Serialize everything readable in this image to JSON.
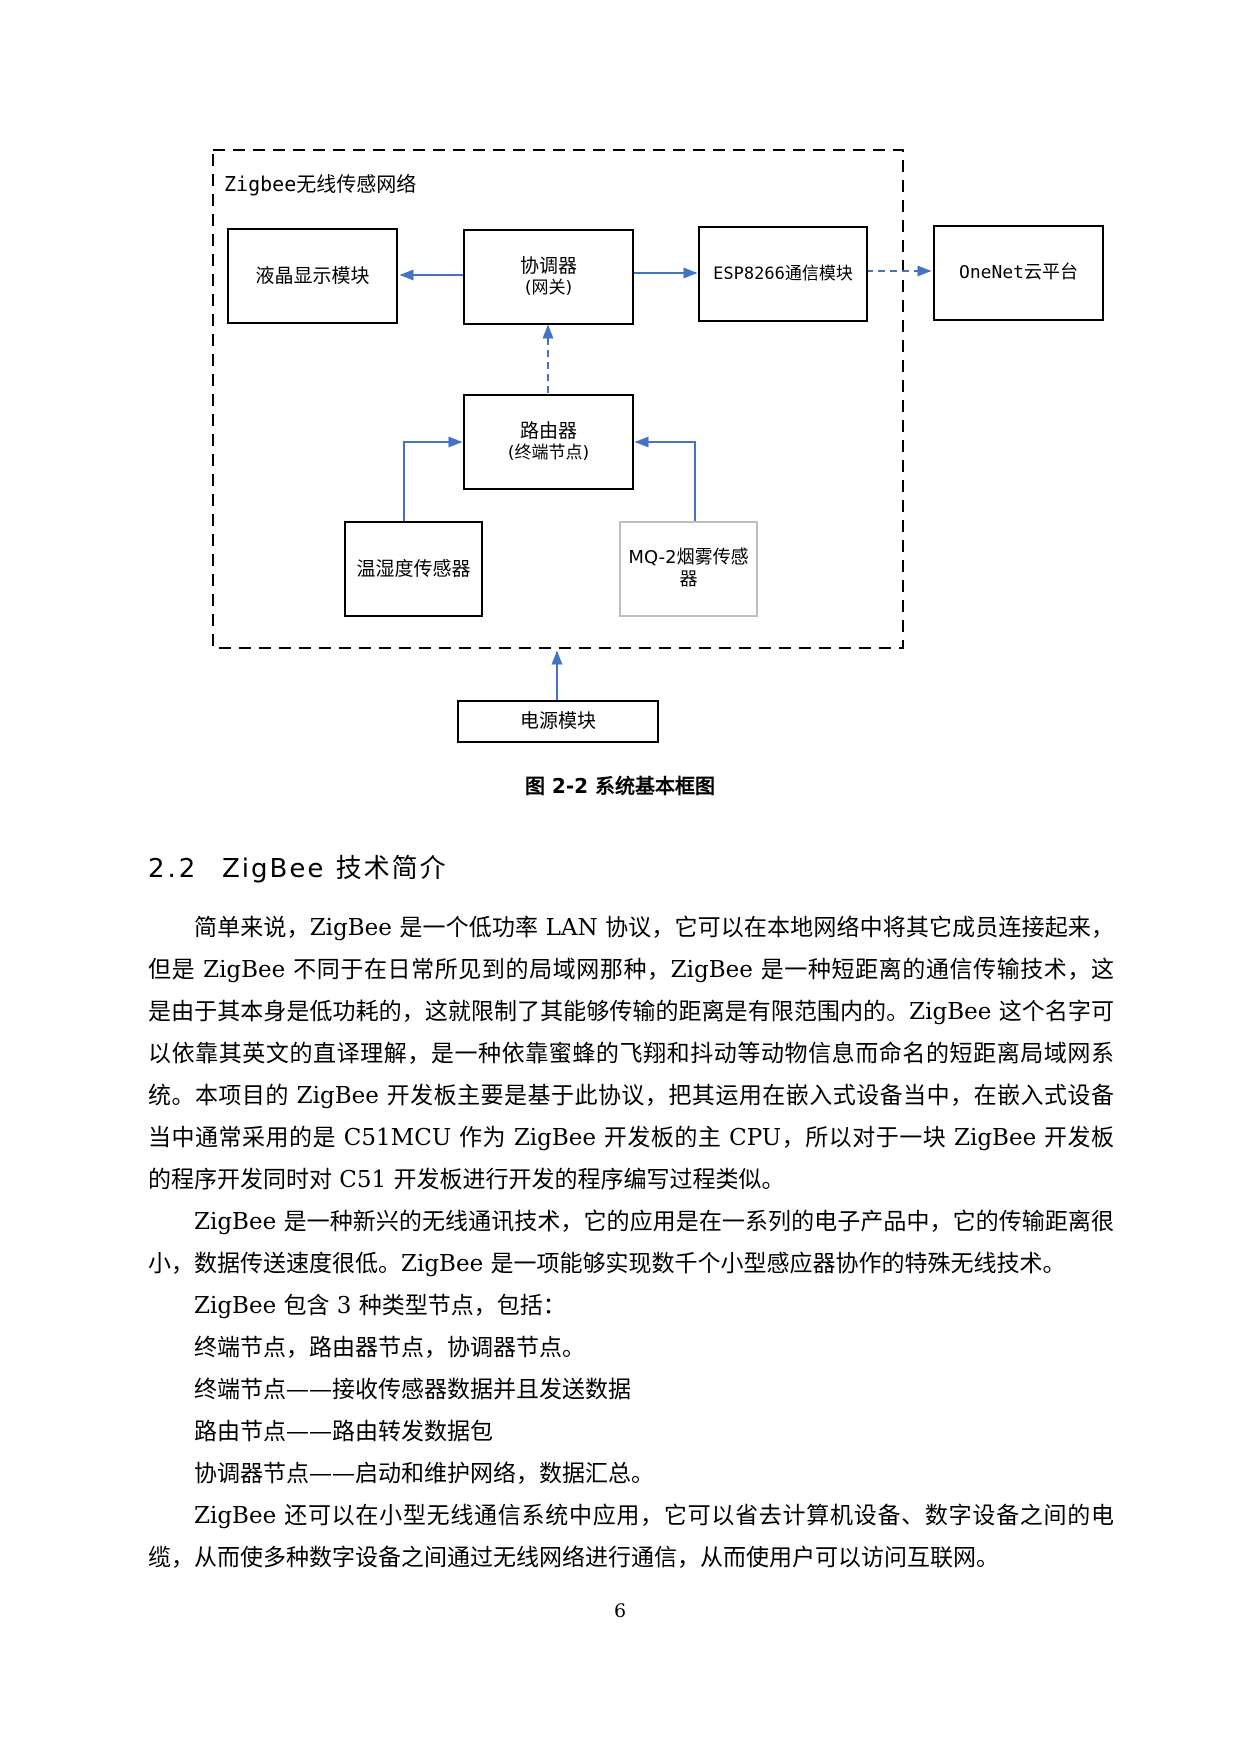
{
  "diagram": {
    "group_label": "Zigbee无线传感网络",
    "boxes": {
      "lcd": "液晶显示模块",
      "coordinator": [
        "协调器",
        "(网关)"
      ],
      "esp": "ESP8266通信模块",
      "cloud": "OneNet云平台",
      "router": [
        "路由器",
        "(终端节点)"
      ],
      "temp": "温湿度传感器",
      "mq2": "MQ-2烟雾传感器",
      "power": "电源模块"
    },
    "link_color": "#4472c4"
  },
  "caption": "图 2-2 系统基本框图",
  "section": {
    "number": "2.2",
    "title": "ZigBee 技术简介"
  },
  "paragraphs": [
    "简单来说，ZigBee 是一个低功率 LAN 协议，它可以在本地网络中将其它成员连接起来，但是 ZigBee 不同于在日常所见到的局域网那种，ZigBee 是一种短距离的通信传输技术，这是由于其本身是低功耗的，这就限制了其能够传输的距离是有限范围内的。ZigBee 这个名字可以依靠其英文的直译理解，是一种依靠蜜蜂的飞翔和抖动等动物信息而命名的短距离局域网系统。本项目的 ZigBee 开发板主要是基于此协议，把其运用在嵌入式设备当中，在嵌入式设备当中通常采用的是 C51MCU 作为 ZigBee 开发板的主 CPU，所以对于一块 ZigBee 开发板的程序开发同时对 C51 开发板进行开发的程序编写过程类似。",
    "ZigBee 是一种新兴的无线通讯技术，它的应用是在一系列的电子产品中，它的传输距离很小，数据传送速度很低。ZigBee 是一项能够实现数千个小型感应器协作的特殊无线技术。",
    "ZigBee 包含 3 种类型节点，包括：",
    "终端节点，路由器节点，协调器节点。",
    "终端节点——接收传感器数据并且发送数据",
    "路由节点——路由转发数据包",
    "协调器节点——启动和维护网络，数据汇总。",
    "ZigBee 还可以在小型无线通信系统中应用，它可以省去计算机设备、数字设备之间的电缆，从而使多种数字设备之间通过无线网络进行通信，从而使用户可以访问互联网。"
  ],
  "page_number": "6"
}
